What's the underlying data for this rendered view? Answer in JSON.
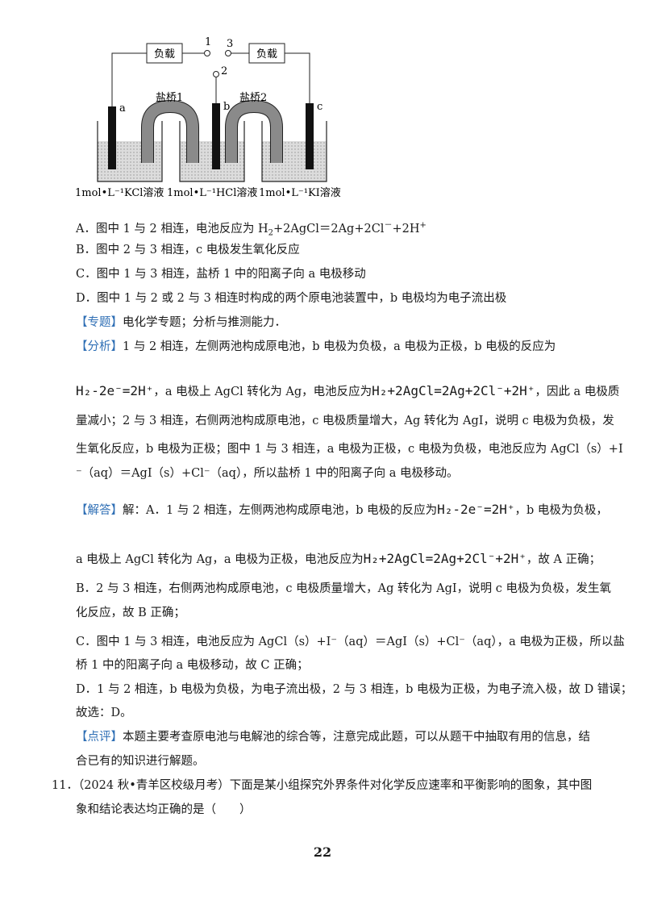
{
  "diagram": {
    "load1": "负载",
    "load2": "负载",
    "term1": "1",
    "term2": "2",
    "term3": "3",
    "bridge1": "盐桥1",
    "bridge2": "盐桥2",
    "electrode_a": "a",
    "electrode_b": "b",
    "electrode_c": "c",
    "sol1": "1mol•L⁻¹KCl溶液",
    "sol2": "1mol•L⁻¹HCl溶液",
    "sol3": "1mol•L⁻¹KI溶液"
  },
  "options": {
    "A_pre": "A．图中 1 与 2 相连，电池反应为 H",
    "A_eq": "+2AgCl＝2Ag+2Cl",
    "A_end": "+2H",
    "B": "B．图中 2 与 3 相连，c 电极发生氧化反应",
    "C": "C．图中 1 与 3 相连，盐桥 1 中的阳离子向 a 电极移动",
    "D": "D．图中 1 与 2 或 2 与 3 相连时构成的两个原电池装置中，b 电极均为电子流出极"
  },
  "zhuanti": {
    "tag": "【专题】",
    "text": "电化学专题；分析与推测能力．"
  },
  "fenxi": {
    "tag": "【分析】",
    "l1": "1 与 2 相连，左侧两池构成原电池，b 电极为负极，a 电极为正极，b 电极的反应为",
    "eq1": "H₂-2e⁻=2H⁺",
    "l2a": "，a 电极上 AgCl 转化为 Ag，电池反应为",
    "eq2": "H₂+2AgCl=2Ag+2Cl⁻+2H⁺",
    "l2b": "，因此 a 电极质",
    "l3": "量减小；2 与 3 相连，右侧两池构成原电池，c 电极质量增大，Ag 转化为 AgI，说明 c 电极为负极，发",
    "l4": "生氧化反应，b 电极为正极；图中 1 与 3 相连，a 电极为正极，c 电极为负极，电池反应为 AgCl（s）+I",
    "l5": "⁻（aq）＝AgI（s）+Cl⁻（aq），所以盐桥 1 中的阳离子向 a 电极移动。"
  },
  "jieda": {
    "tag": "【解答】",
    "l1a": "解：A．1 与 2 相连，左侧两池构成原电池，b 电极的反应为",
    "eq1": "H₂-2e⁻=2H⁺",
    "l1b": "，b 电极为负极，",
    "l2a": "a 电极上 AgCl 转化为 Ag，a 电极为正极，电池反应为",
    "eq2": "H₂+2AgCl=2Ag+2Cl⁻+2H⁺",
    "l2b": "，故 A 正确；",
    "l3": "B．2 与 3 相连，右侧两池构成原电池，c 电极质量增大，Ag 转化为 AgI，说明 c 电极为负极，发生氧",
    "l4": "化反应，故 B 正确；",
    "l5": "C．图中 1 与 3 相连，电池反应为 AgCl（s）+I⁻（aq）＝AgI（s）+Cl⁻（aq），a 电极为正极，所以盐",
    "l6": "桥 1 中的阳离子向 a 电极移动，故 C 正确；",
    "l7": "D．1 与 2 相连，b 电极为负极，为电子流出极，2 与 3 相连，b 电极为正极，为电子流入极，故 D 错误；",
    "l8": "故选：D。"
  },
  "dianping": {
    "tag": "【点评】",
    "l1": "本题主要考查原电池与电解池的综合等，注意完成此题，可以从题干中抽取有用的信息，结",
    "l2": "合已有的知识进行解题。"
  },
  "q11": {
    "num": "11．",
    "l1": "（2024 秋•青羊区校级月考）下面是某小组探究外界条件对化学反应速率和平衡影响的图象，其中图",
    "l2": "象和结论表达均正确的是（　　）"
  },
  "page_number": "22"
}
